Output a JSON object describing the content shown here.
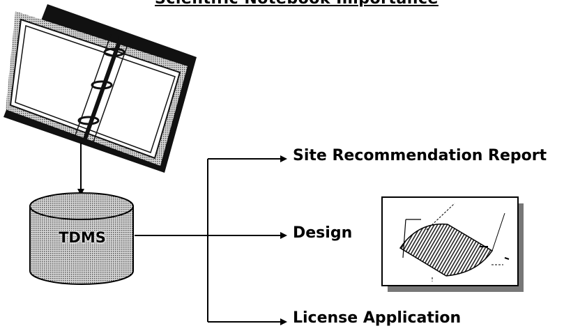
{
  "title": "Scientific Notebook Importance",
  "database": {
    "label": "TDMS"
  },
  "outputs": {
    "site": "Site Recommendation Report",
    "design": "Design",
    "license": "License Application"
  },
  "icons": {
    "notebook": "binder-notebook-icon",
    "database": "cylinder-database-icon",
    "design_sketch": "design-sketch-icon"
  },
  "colors": {
    "ink": "#000000",
    "shade": "#9a9a9a",
    "card_fill": "#ffffff"
  }
}
